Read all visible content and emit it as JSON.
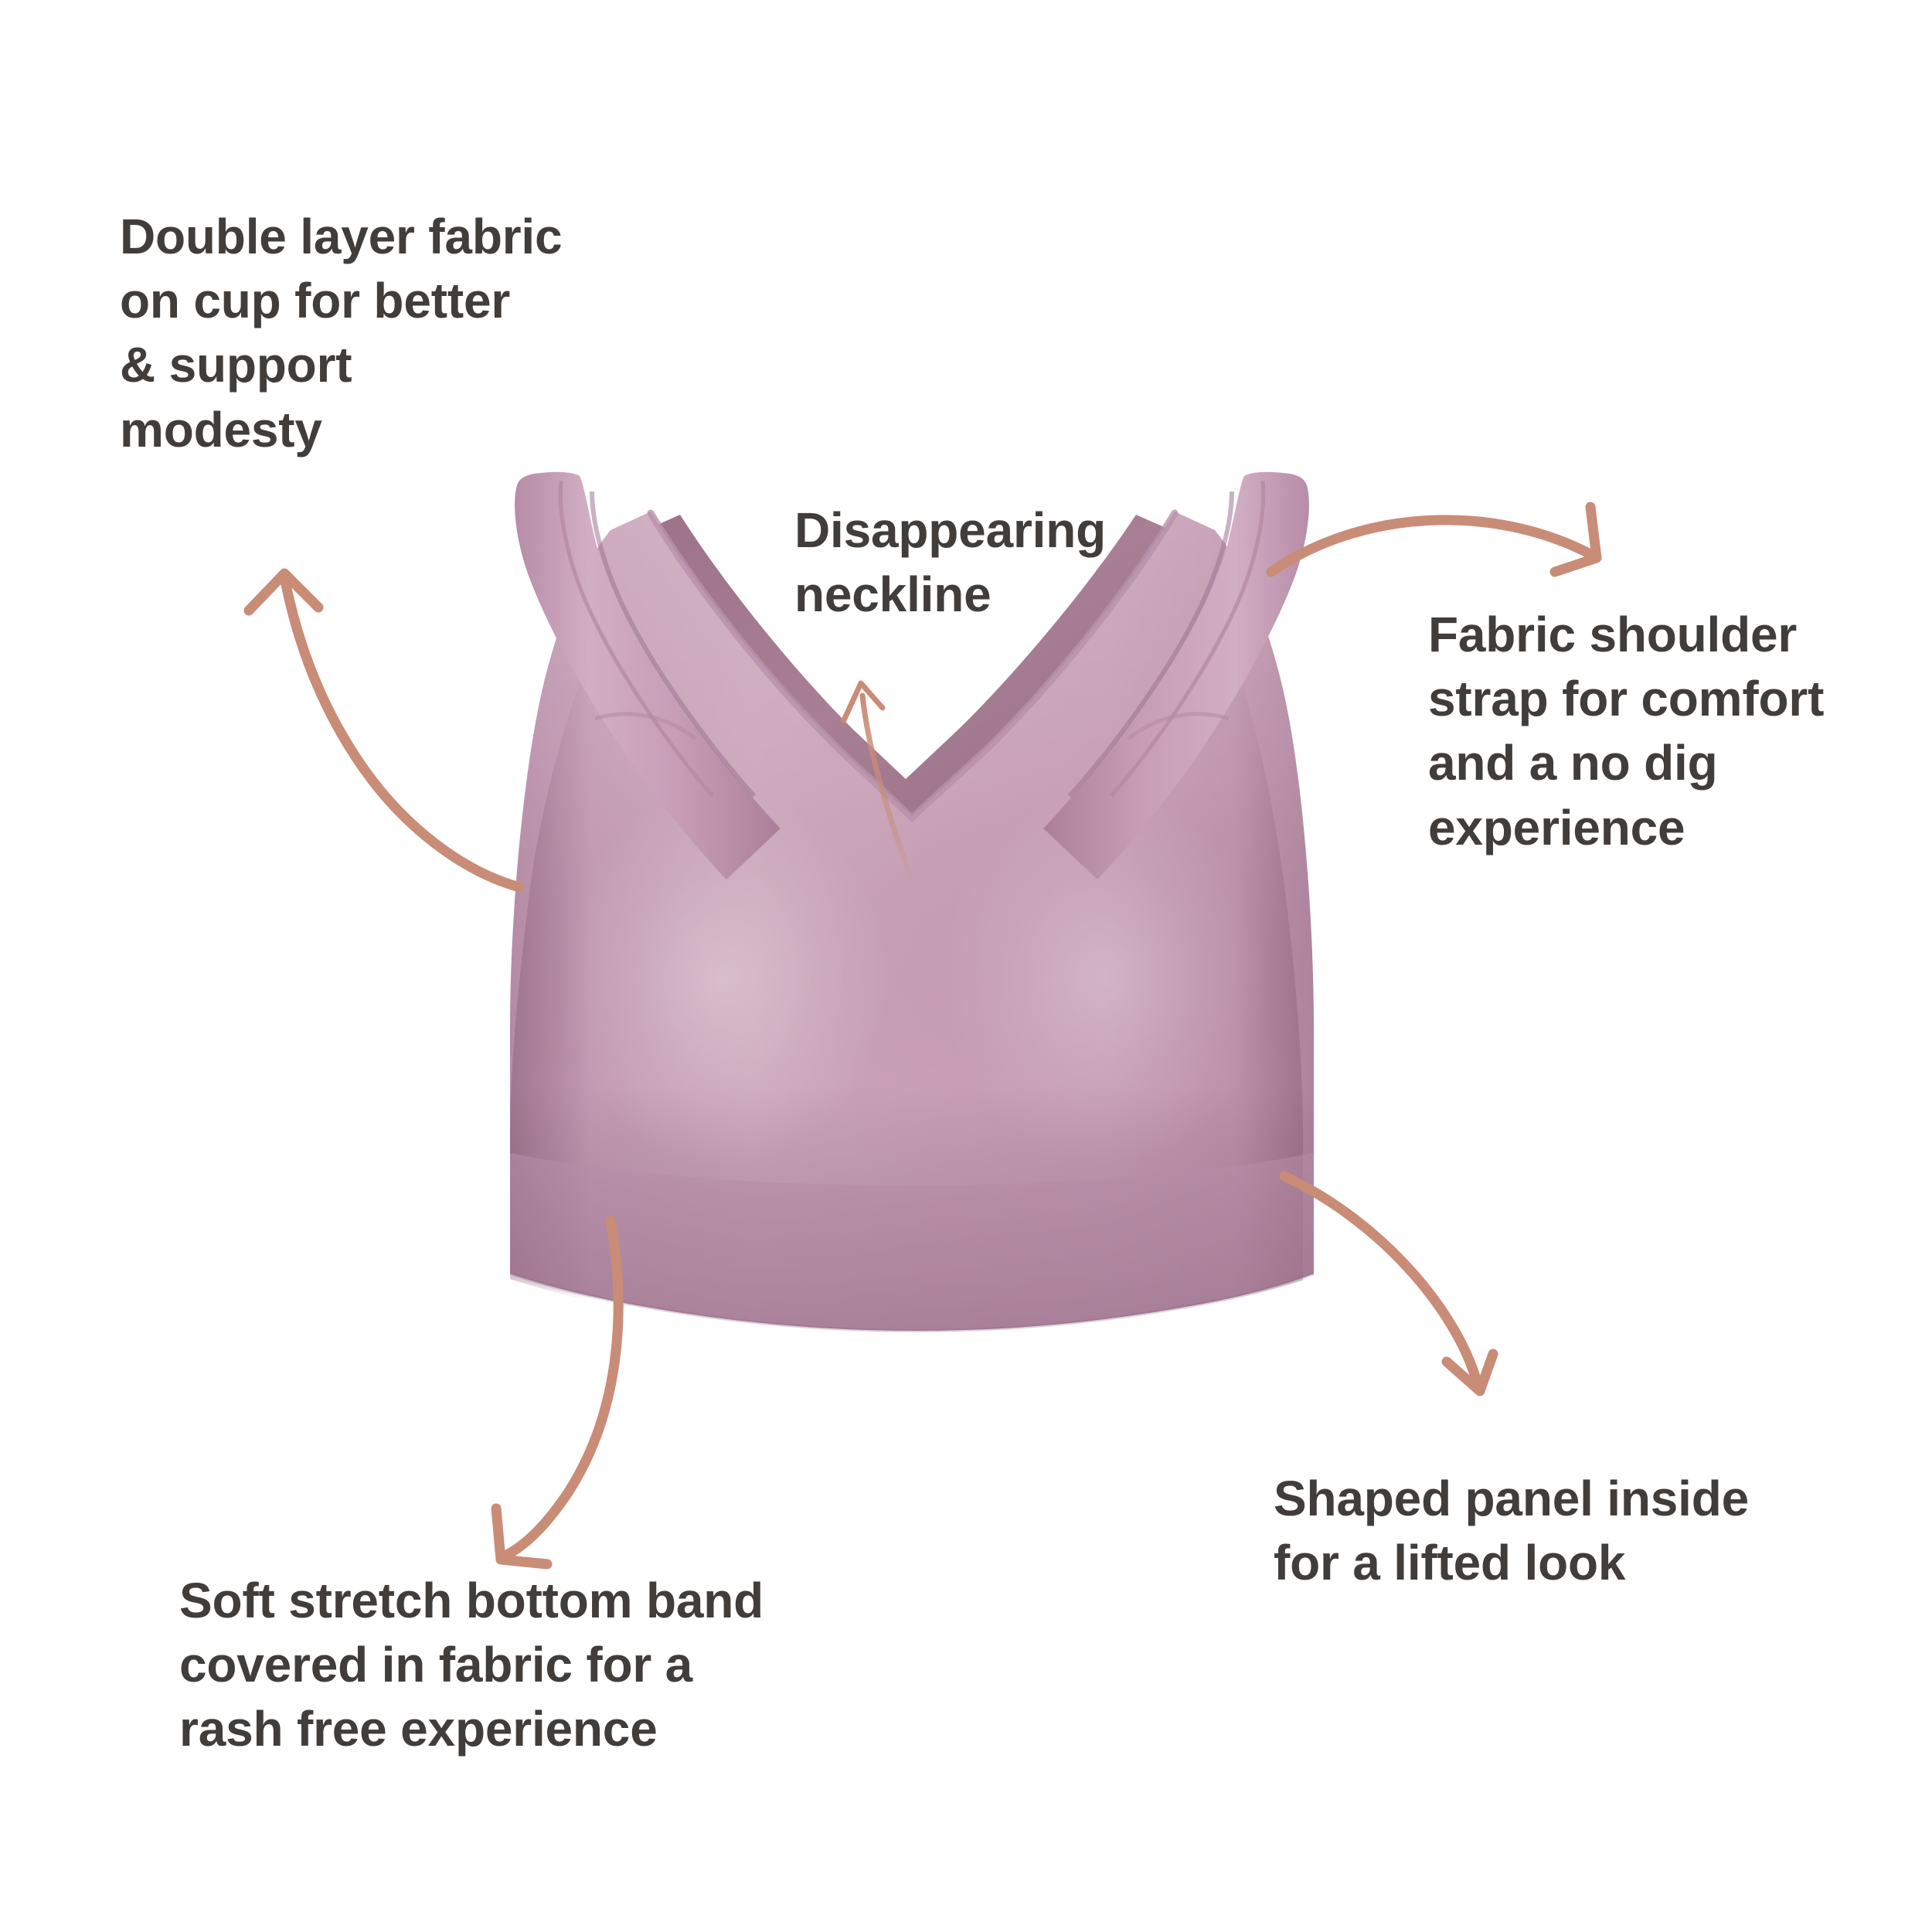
{
  "page": {
    "background_color": "#ffffff",
    "kind": "product-feature-callout-diagram"
  },
  "product": {
    "name": "seamless-wireless-bra",
    "fabric_color": "#c59bb4",
    "fabric_shadow_color": "#ab7f99",
    "fabric_highlight_color": "#d6b4c8",
    "lining_color": "#a2798f",
    "band_color": "#b086a2"
  },
  "annotations": {
    "arrow_color": "#c98c77",
    "text_color": "#413d3b",
    "items": [
      {
        "id": "double-layer",
        "label": "Double layer fabric\non cup for better\n& support\nmodesty",
        "arrow": "curved-arrow-up-left"
      },
      {
        "id": "neckline",
        "label": "Disappearing\nneckline",
        "arrow": "thin-arrow-up"
      },
      {
        "id": "shoulder-strap",
        "label": "Fabric shoulder\nstrap for comfort\nand a no dig\nexperience",
        "arrow": "curved-arrow-right-down"
      },
      {
        "id": "shaped-panel",
        "label": "Shaped panel inside\nfor a lifted look",
        "arrow": "curved-arrow-down-right"
      },
      {
        "id": "bottom-band",
        "label": "Soft stretch bottom band\ncovered in fabric for a\nrash free experience",
        "arrow": "curved-arrow-down-left"
      }
    ]
  }
}
